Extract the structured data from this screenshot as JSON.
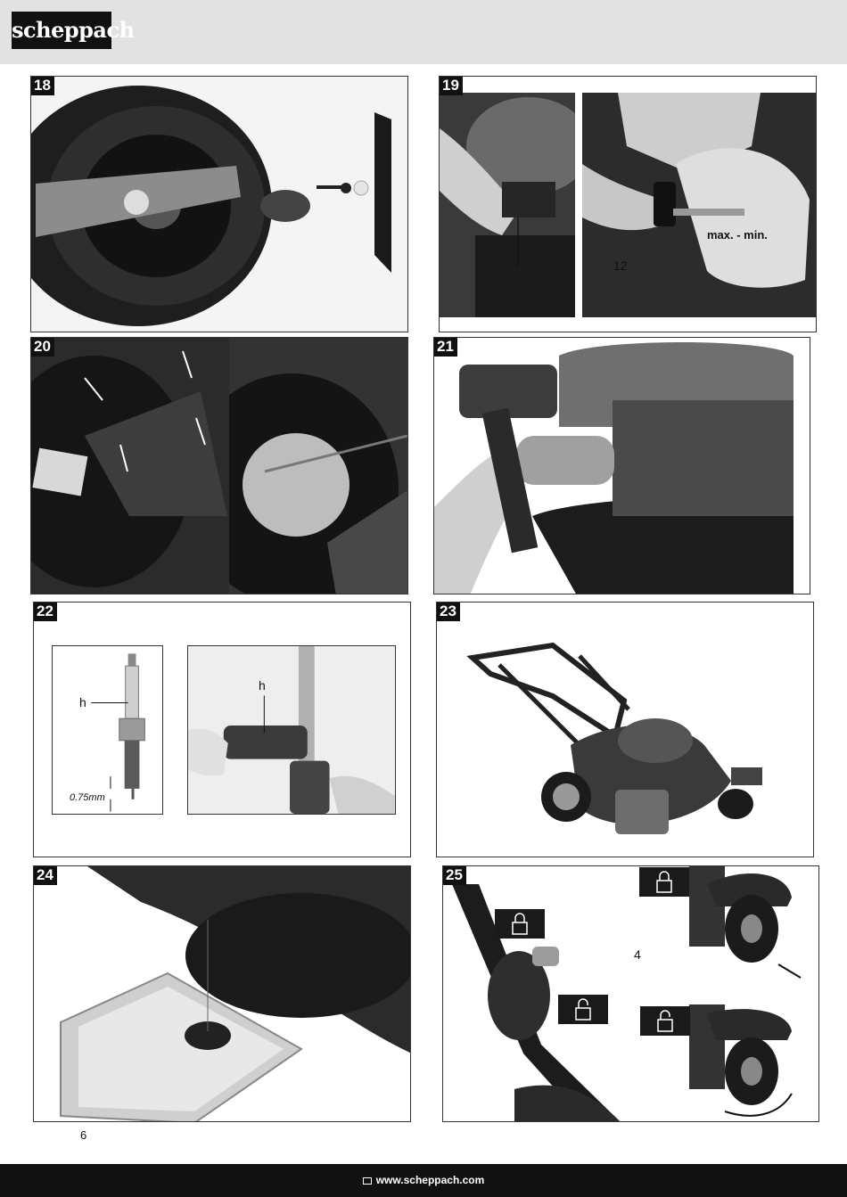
{
  "header": {
    "brand": "scheppach"
  },
  "figures": [
    {
      "number": "18"
    },
    {
      "number": "19",
      "callout": "12",
      "oil_label": "max. - min."
    },
    {
      "number": "20"
    },
    {
      "number": "21"
    },
    {
      "number": "22",
      "label_left": "h",
      "label_right": "h",
      "gap": "0.75mm"
    },
    {
      "number": "23"
    },
    {
      "number": "24"
    },
    {
      "number": "25",
      "callout": "4",
      "lock_icons": [
        "lock-closed-icon",
        "lock-open-icon",
        "lock-closed-icon",
        "lock-open-icon"
      ]
    }
  ],
  "page": {
    "number": "6"
  },
  "footer": {
    "url": "www.scheppach.com",
    "icon": "monitor-icon"
  }
}
